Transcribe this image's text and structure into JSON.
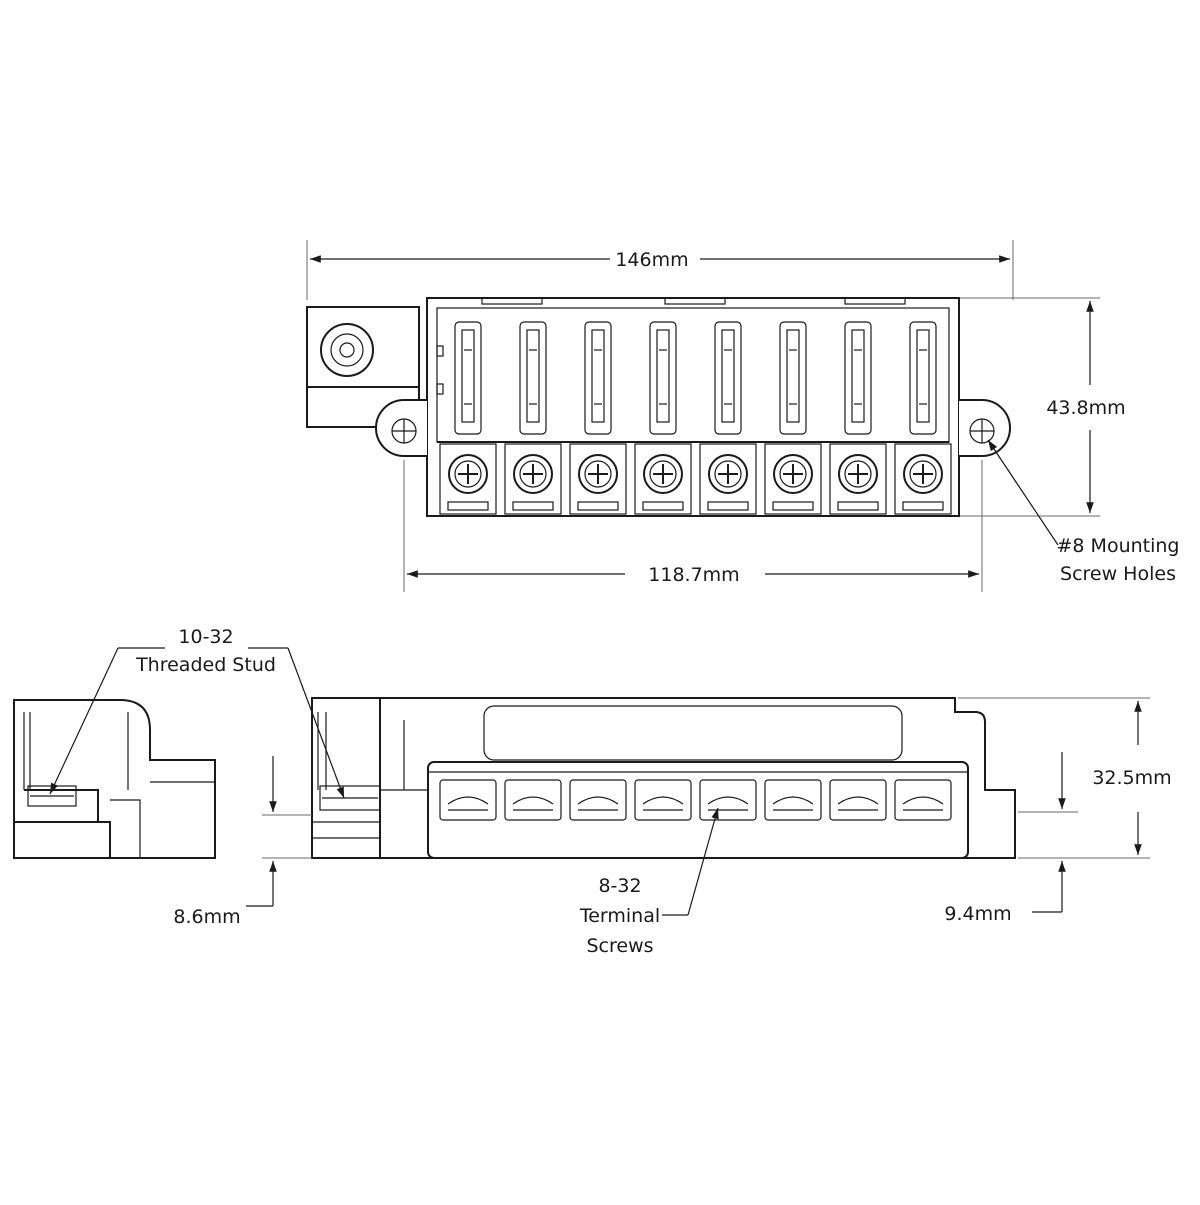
{
  "dimensions": {
    "overall_length": "146mm",
    "height_top_view": "43.8mm",
    "mount_hole_spacing": "118.7mm",
    "side_height": "32.5mm",
    "stud_base_height": "8.6mm",
    "terminal_base_height": "9.4mm"
  },
  "callouts": {
    "mount_holes": [
      "#8 Mounting",
      "Screw Holes"
    ],
    "stud": [
      "10-32",
      "Threaded Stud"
    ],
    "terminal": [
      "8-32",
      "Terminal",
      "Screws"
    ]
  },
  "fuse_count": 8
}
